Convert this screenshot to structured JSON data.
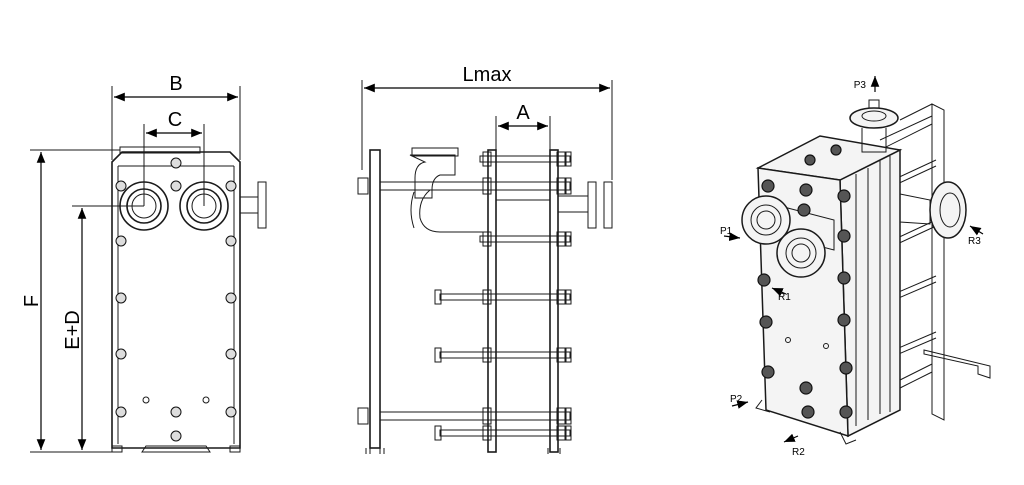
{
  "front_view": {
    "dim_width": "B",
    "dim_port_spacing": "C",
    "dim_total_height": "F",
    "dim_port_height": "E+D"
  },
  "side_view": {
    "dim_max_length": "Lmax",
    "dim_pack": "A"
  },
  "iso_view": {
    "ports": [
      "P1",
      "P2",
      "P3",
      "R1",
      "R2",
      "R3"
    ]
  }
}
